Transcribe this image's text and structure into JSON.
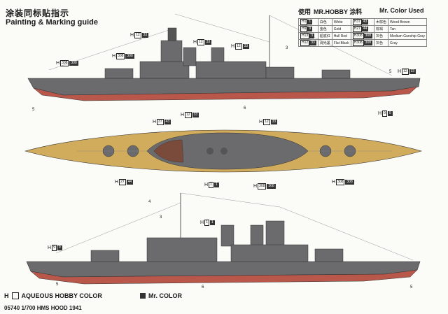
{
  "header": {
    "title_cn": "涂装同标贴指示",
    "title_en": "Painting & Marking guide",
    "used_prefix": "使用",
    "used_brand": "MR.HOBBY 涂料",
    "used_mr": "Mr. Color Used"
  },
  "legend": [
    {
      "h_code": "H1",
      "n_code": "1",
      "cn": "白色",
      "en": "White",
      "h_code2": "H37",
      "n_code2": "43",
      "cn2": "木棕色",
      "en2": "Wood Brown"
    },
    {
      "h_code": "H9",
      "n_code": "9",
      "cn": "金色",
      "en": "Gold",
      "h_code2": "H27",
      "n_code2": "44",
      "cn2": "棕褐",
      "en2": "Tan"
    },
    {
      "h_code": "H13",
      "n_code": "3",
      "cn": "船底红",
      "en": "Hull Red",
      "h_code2": "H308",
      "n_code2": "308",
      "cn2": "灰色",
      "en2": "Medium Gunship Gray"
    },
    {
      "h_code": "H12",
      "n_code": "33",
      "cn": "消光黑",
      "en": "Flat Black",
      "h_code2": "H308",
      "n_code2": "308",
      "cn2": "灰色",
      "en2": "Gray"
    }
  ],
  "callouts": {
    "top": [
      {
        "h": "H",
        "a": "12",
        "b": "33"
      },
      {
        "h": "H",
        "a": "12",
        "b": "33"
      },
      {
        "h": "H",
        "a": "12",
        "b": "33"
      },
      {
        "h": "H",
        "a": "308",
        "b": "308"
      },
      {
        "h": "H",
        "a": "308",
        "b": "308"
      },
      {
        "h": "H",
        "a": "12",
        "b": "33"
      },
      {
        "h": "H",
        "a": "9",
        "b": "9"
      }
    ],
    "mid": [
      {
        "h": "H",
        "a": "12",
        "b": "33"
      },
      {
        "h": "H",
        "a": "37",
        "b": "43"
      },
      {
        "h": "H",
        "a": "12",
        "b": "33"
      },
      {
        "h": "H",
        "a": "27",
        "b": "44"
      },
      {
        "h": "H",
        "a": "1",
        "b": "1"
      },
      {
        "h": "H",
        "a": "308",
        "b": "308"
      },
      {
        "h": "H",
        "a": "308",
        "b": "308"
      }
    ],
    "bottom": [
      {
        "h": "H",
        "a": "1",
        "b": "1"
      },
      {
        "h": "H",
        "a": "9",
        "b": "9"
      }
    ]
  },
  "numbers": {
    "n3": "3",
    "n4": "4",
    "n5": "5",
    "n6": "6"
  },
  "footer": {
    "aqueous": "AQUEOUS HOBBY COLOR",
    "mrcolor": "Mr. COLOR",
    "h_prefix": "H",
    "product_id": "05740 1/700 HMS HOOD 1941"
  },
  "colors": {
    "hull_gray": "#6b6a6c",
    "hull_red": "#b9574a",
    "deck_tan": "#d1ac5d",
    "dark": "#333333"
  }
}
